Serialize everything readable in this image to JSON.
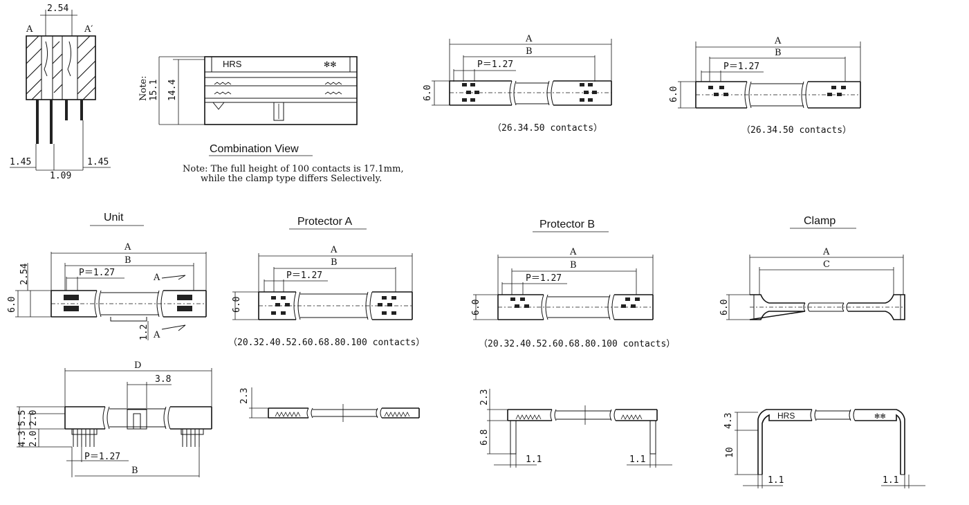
{
  "dims": {
    "pitch_top": "2.54",
    "a": "A",
    "a_prime": "A′",
    "d_145_left": "1.45",
    "d_109": "1.09",
    "d_145_right": "1.45",
    "note_word": "Note:",
    "h_151": "15.1",
    "h_144": "14.4",
    "brand": "HRS",
    "stars": "✻✻",
    "A": "A",
    "B": "B",
    "C": "C",
    "D": "D",
    "pitch": "P＝1.27",
    "h_60": "6.0",
    "h_254": "2.54",
    "d_12": "1.2",
    "d_38": "3.8",
    "d_55": "5.5",
    "d_20": "2.0",
    "d_43": "4.3",
    "d_23": "2.3",
    "d_68": "6.8",
    "d_11": "1.1",
    "d_10": "10"
  },
  "labels": {
    "combination_view": "Combination View",
    "note_line1": "Note: The full height of 100 contacts is 17.1mm,",
    "note_line2": "while the clamp type differs Selectively.",
    "contacts_26": "（26.34.50 contacts）",
    "contacts_20": "（20.32.40.52.60.68.80.100 contacts）",
    "unit": "Unit",
    "protector_a": "Protector A",
    "protector_b": "Protector B",
    "clamp": "Clamp"
  }
}
